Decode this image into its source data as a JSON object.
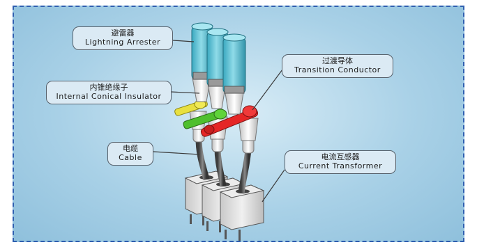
{
  "labels": {
    "lightning_arrester": {
      "zh": "避雷器",
      "en": "Lightning Arrester"
    },
    "internal_conical_insulator": {
      "zh": "内锥绝缘子",
      "en": "Internal Conical Insulator"
    },
    "transition_conductor": {
      "zh": "过渡导体",
      "en": "Transition Conductor"
    },
    "cable": {
      "zh": "电缆",
      "en": "Cable"
    },
    "current_transformer": {
      "zh": "电流互感器",
      "en": "Current Transformer"
    }
  },
  "colors": {
    "frame_border": "#2f5fb0",
    "arrester": "#5fc3d6",
    "phase_a": "#e8e040",
    "phase_b": "#4fbf2e",
    "phase_c": "#e52626",
    "insulator": "#f2f2f2",
    "housing": "#d9d9d9"
  }
}
